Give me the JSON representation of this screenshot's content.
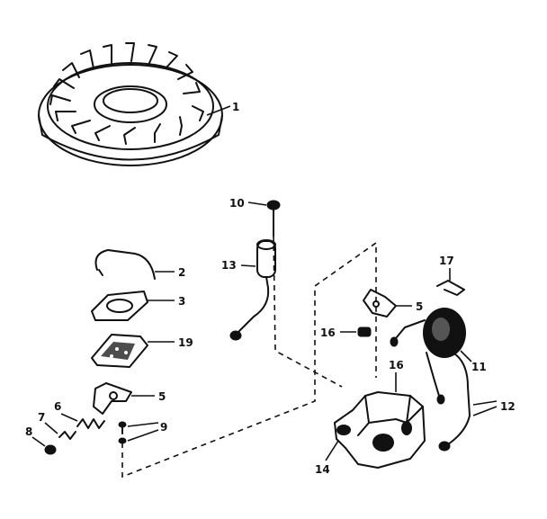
{
  "callouts": {
    "c1": "1",
    "c2": "2",
    "c3": "3",
    "c5a": "5",
    "c5b": "5",
    "c6": "6",
    "c7": "7",
    "c8": "8",
    "c9": "9",
    "c10": "10",
    "c11": "11",
    "c12": "12",
    "c13": "13",
    "c14": "14",
    "c16a": "16",
    "c16b": "16",
    "c17": "17",
    "c19": "19"
  }
}
